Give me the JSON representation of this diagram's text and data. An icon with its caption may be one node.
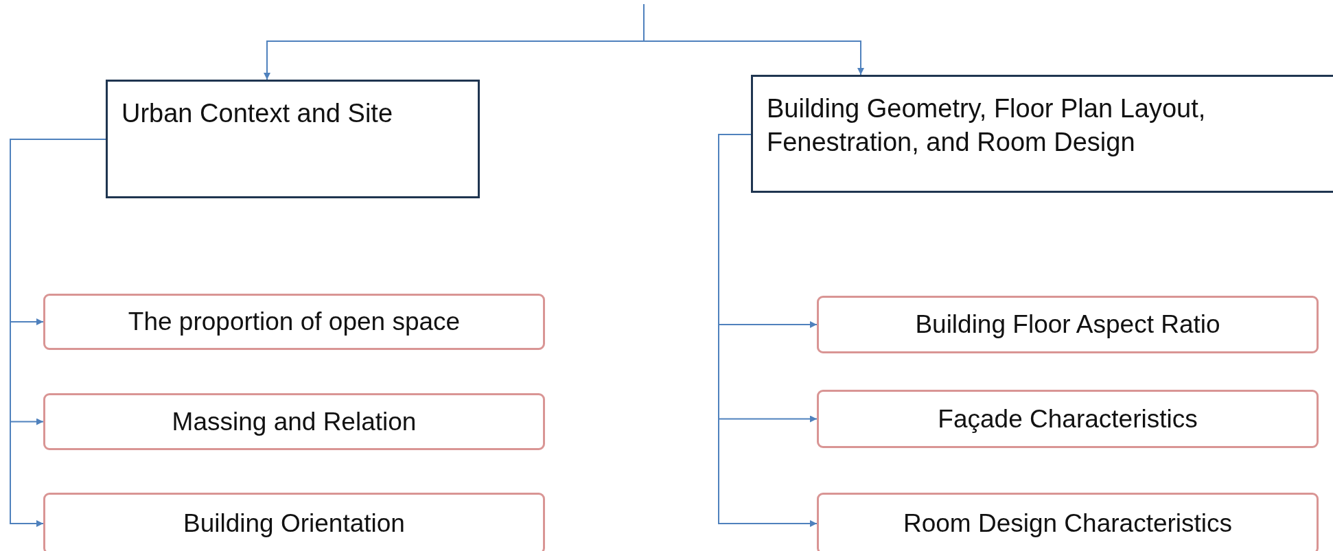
{
  "diagram": {
    "nodes": [
      {
        "text": [
          "Urban Context and Site"
        ]
      },
      {
        "text": [
          "Building Geometry, Floor Plan Layout, Fenestration, and Room Design"
        ]
      },
      {
        "text": [
          "The proportion of open space"
        ]
      },
      {
        "text": [
          "Massing and Relation"
        ]
      },
      {
        "text": [
          "Building Orientation"
        ]
      },
      {
        "text": [
          "Building Floor Aspect Ratio"
        ]
      },
      {
        "text": [
          "Façade Characteristics"
        ]
      },
      {
        "text": [
          "Room Design Characteristics"
        ]
      }
    ],
    "edges": [
      {
        "from": null,
        "to": 0,
        "arrow": "to"
      },
      {
        "from": null,
        "to": 1,
        "arrow": "to"
      },
      {
        "from": 0,
        "to": 2,
        "arrow": "to"
      },
      {
        "from": 0,
        "to": 3,
        "arrow": "to"
      },
      {
        "from": 0,
        "to": 4,
        "arrow": "to"
      },
      {
        "from": 1,
        "to": 5,
        "arrow": "to"
      },
      {
        "from": 1,
        "to": 6,
        "arrow": "to"
      },
      {
        "from": 1,
        "to": 7,
        "arrow": "to"
      }
    ]
  }
}
